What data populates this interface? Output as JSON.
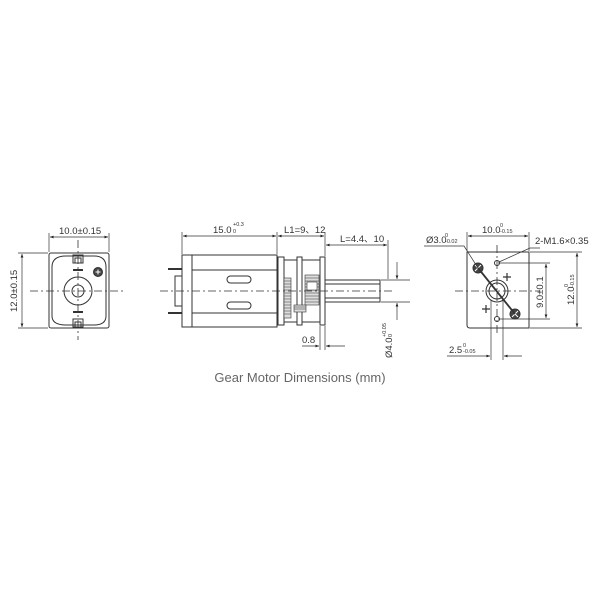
{
  "caption": "Gear Motor Dimensions (mm)",
  "front_view": {
    "width_label": "10.0±0.15",
    "height_label": "12.0±0.15"
  },
  "side_view": {
    "motor_length_label": "15.0",
    "motor_length_tol_upper": "+0.3",
    "motor_length_tol_lower": "0",
    "gearbox_length_label": "L1=9、12",
    "shaft_length_label": "L=4.4、10",
    "flange_label": "0.8",
    "shaft_dia_label": "Ø4.0",
    "shaft_dia_tol_upper": "+0.05",
    "shaft_dia_tol_lower": "0"
  },
  "end_view": {
    "boss_dia_label": "Ø3.0",
    "boss_dia_tol_upper": "0",
    "boss_dia_tol_lower": "-0.02",
    "width_label": "10.0",
    "width_tol_upper": "0",
    "width_tol_lower": "-0.15",
    "thread_label": "2-M1.6×0.35",
    "hole_spacing_label": "9.0±0.1",
    "height_label": "12.0",
    "height_tol_upper": "0",
    "height_tol_lower": "-0.15",
    "shaft_flat_label": "2.5",
    "shaft_flat_tol_upper": "0",
    "shaft_flat_tol_lower": "-0.05"
  }
}
